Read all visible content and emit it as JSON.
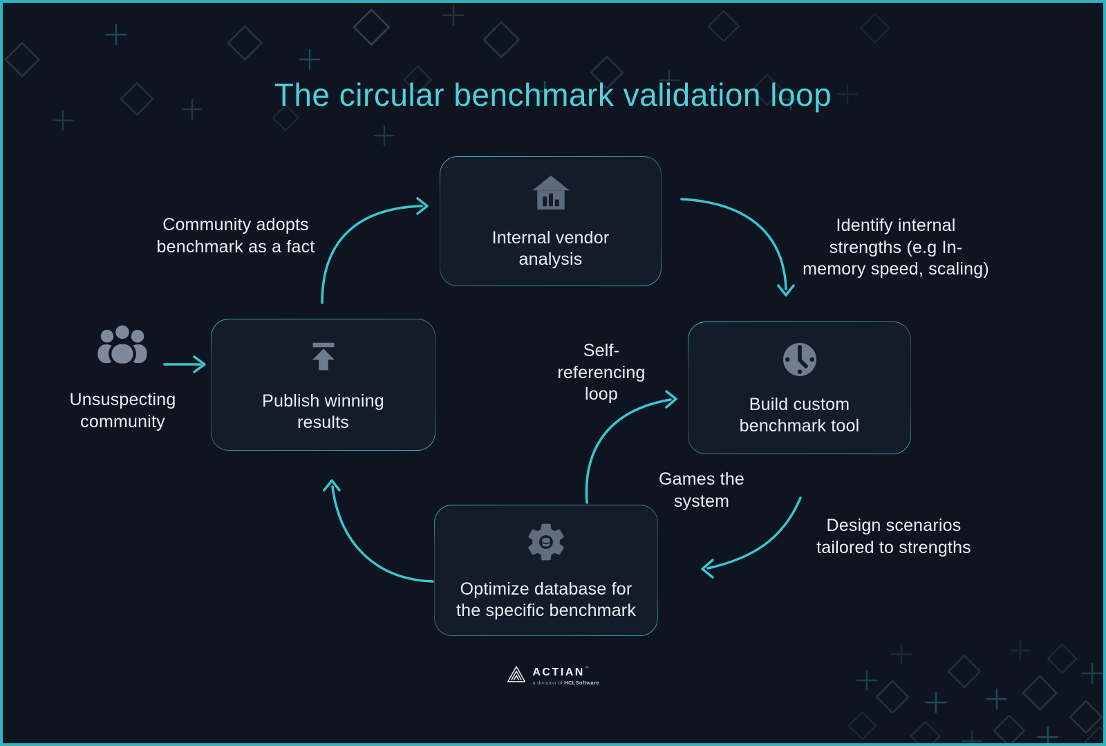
{
  "title": "The circular benchmark validation loop",
  "nodes": [
    {
      "id": "internal-vendor-analysis",
      "label": "Internal vendor\nanalysis",
      "icon": "bank-chart-icon"
    },
    {
      "id": "build-custom-benchmark-tool",
      "label": "Build custom\nbenchmark tool",
      "icon": "clock-icon"
    },
    {
      "id": "optimize-database",
      "label": "Optimize database for\nthe specific benchmark",
      "icon": "gear-database-icon"
    },
    {
      "id": "publish-winning-results",
      "label": "Publish winning\nresults",
      "icon": "upload-icon"
    }
  ],
  "annotations": [
    {
      "id": "community-adopts",
      "text": "Community adopts\nbenchmark as a fact"
    },
    {
      "id": "identify-strengths",
      "text": "Identify internal\nstrengths (e.g In-\nmemory speed, scaling)"
    },
    {
      "id": "self-referencing-loop",
      "text": "Self-\nreferencing\nloop"
    },
    {
      "id": "games-the-system",
      "text": "Games the\nsystem"
    },
    {
      "id": "design-scenarios",
      "text": "Design scenarios\ntailored to strengths"
    }
  ],
  "actor": {
    "label": "Unsuspecting\ncommunity",
    "icon": "people-icon"
  },
  "logo": {
    "name": "ACTIAN",
    "trademark": "™",
    "tagline_prefix": "a division of ",
    "tagline_brand": "HCLSoftware"
  },
  "colors": {
    "background": "#0E1520",
    "frame_border": "#2CB5C3",
    "accent_arrow": "#38C7D3",
    "title": "#4ED1DD",
    "node_fill": "#141C29",
    "text": "#ECF0F4",
    "icon_gray": "#64748B"
  }
}
